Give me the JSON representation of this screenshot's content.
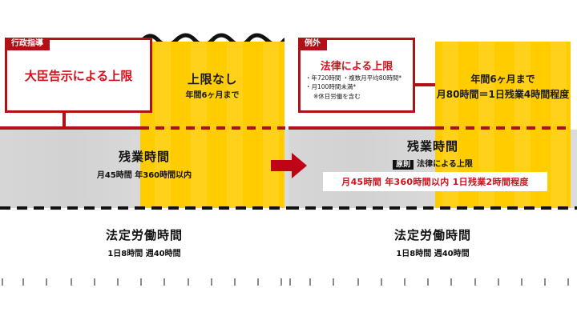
{
  "left": {
    "callout": {
      "tab": "行政指導",
      "title": "大臣告示による上限"
    },
    "yellow_column": {
      "title": "上限なし",
      "subtitle": "年間6ヶ月まで"
    },
    "overtime_band": {
      "title": "残業時間",
      "detail": "月45時間 年360時間以内"
    },
    "legal_band": {
      "title": "法定労働時間",
      "detail": "1日8時間 週40時間"
    }
  },
  "right": {
    "callout": {
      "tab": "例外",
      "title": "法律による上限",
      "line1": "・年720時間 ・複数月平均80時間*",
      "line2": "・月100時間未満*",
      "line3": "※休日労働を含む"
    },
    "yellow_column": {
      "line1": "年間6ヶ月まで",
      "line2": "月80時間＝1日残業4時間程度"
    },
    "overtime_band": {
      "title": "残業時間",
      "principle_badge": "原則",
      "principle_label": "法律による上限",
      "highlight": "月45時間 年360時間以内  1日残業2時間程度"
    },
    "legal_band": {
      "title": "法定労働時間",
      "detail": "1日8時間 週40時間"
    }
  },
  "center": {
    "arrow_icon": "right-arrow-icon"
  },
  "colors": {
    "red": "#b01116",
    "red_text": "#d0111b",
    "yellow": "#ffcc00",
    "grey_band": "#d6d6d6",
    "black": "#111111"
  }
}
